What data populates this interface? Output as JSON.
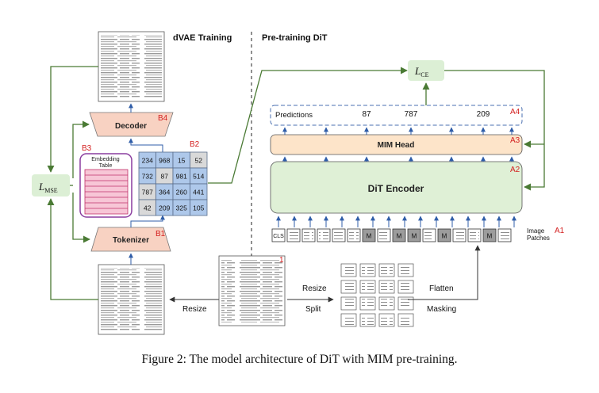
{
  "sections": {
    "left_title": "dVAE Training",
    "right_title": "Pre-training DiT"
  },
  "dvae": {
    "decoder_label": "Decoder",
    "tokenizer_label": "Tokenizer",
    "embedding_table_label": "Embedding Table",
    "loss_main": "L",
    "loss_sub": "MSE",
    "token_grid": [
      [
        "234",
        "968",
        "15",
        "52"
      ],
      [
        "732",
        "87",
        "981",
        "514"
      ],
      [
        "787",
        "364",
        "260",
        "441"
      ],
      [
        "42",
        "209",
        "325",
        "105"
      ]
    ],
    "resize_label": "Resize"
  },
  "dit": {
    "predictions_label": "Predictions",
    "predictions": [
      "87",
      "787",
      "209"
    ],
    "mim_head_label": "MIM Head",
    "encoder_label": "DiT Encoder",
    "loss_main": "L",
    "loss_sub": "CE",
    "cls_label": "CLS",
    "mask_label": "M",
    "image_patches_label_1": "Image",
    "image_patches_label_2": "Patches",
    "resize_label": "Resize",
    "split_label": "Split",
    "flatten_label": "Flatten",
    "masking_label": "Masking"
  },
  "markers": {
    "A1": "A1",
    "A2": "A2",
    "A3": "A3",
    "A4": "A4",
    "B1": "B1",
    "B2": "B2",
    "B3": "B3",
    "B4": "B4",
    "one": "1"
  },
  "colors": {
    "green_line": "#4a7a34",
    "blue_arrow": "#2f5da8",
    "salmon": "#f8d2c2",
    "mim_head": "#fde4c9",
    "encoder": "#dff0d6",
    "grid_blue": "#aec8ea",
    "grid_gray": "#d9d9d9",
    "marker_red": "#d42020",
    "emb_pink": "#f7c6d6",
    "emb_border": "#8a3d9f",
    "loss_box": "#dcefd5"
  },
  "caption": "Figure 2: The model architecture of DiT with MIM pre-training."
}
